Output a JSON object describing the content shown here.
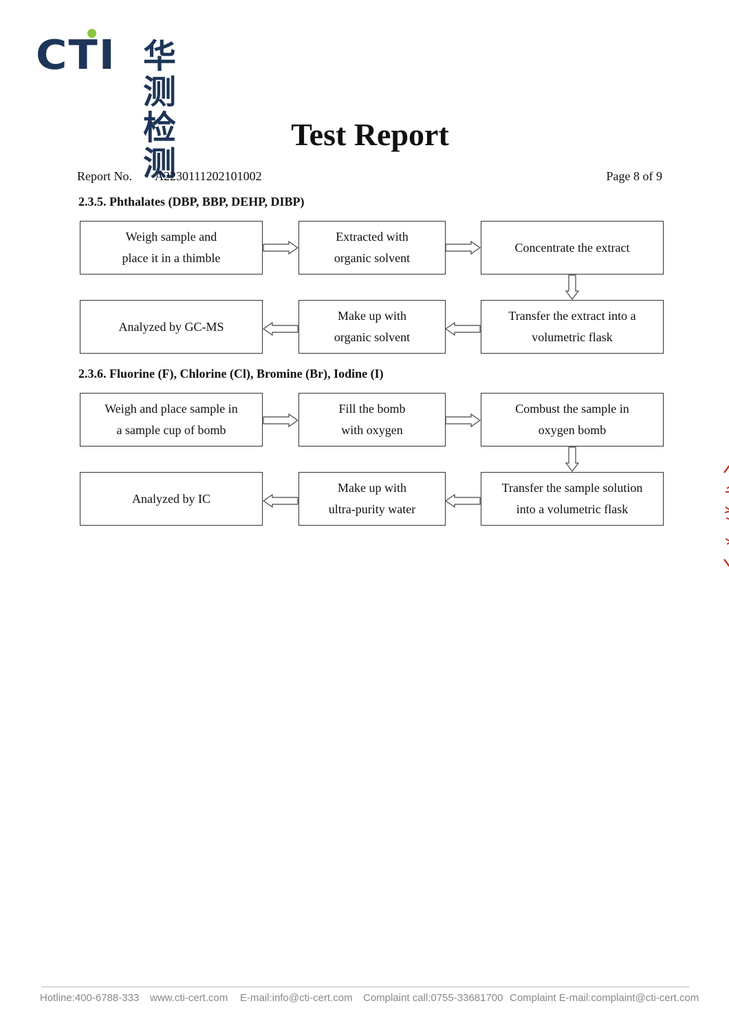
{
  "logo": {
    "brand": "CTI",
    "chinese": "华测检测"
  },
  "header": {
    "title": "Test Report",
    "report_no_label": "Report No.",
    "report_no": "A2230111202101002",
    "page": "Page 8 of 9"
  },
  "sections": [
    {
      "heading": "2.3.5. Phthalates (DBP, BBP, DEHP, DIBP)",
      "steps": [
        "Weigh sample and\nplace it in a thimble",
        "Extracted with\norganic solvent",
        "Concentrate the extract",
        "Transfer the extract into a\nvolumetric flask",
        "Make up with\norganic solvent",
        "Analyzed by GC-MS"
      ]
    },
    {
      "heading": "2.3.6. Fluorine (F), Chlorine (Cl), Bromine (Br), Iodine (I)",
      "steps": [
        "Weigh and place sample in\na sample cup of bomb",
        "Fill the bomb\nwith oxygen",
        "Combust the sample in\noxygen bomb",
        "Transfer the sample solution\ninto a volumetric flask",
        "Make up with\nultra-purity water",
        "Analyzed by IC"
      ]
    }
  ],
  "footer": {
    "hotline": "Hotline:400-6788-333",
    "website": "www.cti-cert.com",
    "email": "E-mail:info@cti-cert.com",
    "complaint_call": "Complaint call:0755-33681700",
    "complaint_email": "Complaint E-mail:complaint@cti-cert.com"
  },
  "colors": {
    "brand_navy": "#1d3557",
    "brand_green": "#8cc63f",
    "stamp_red": "#c0392b"
  }
}
